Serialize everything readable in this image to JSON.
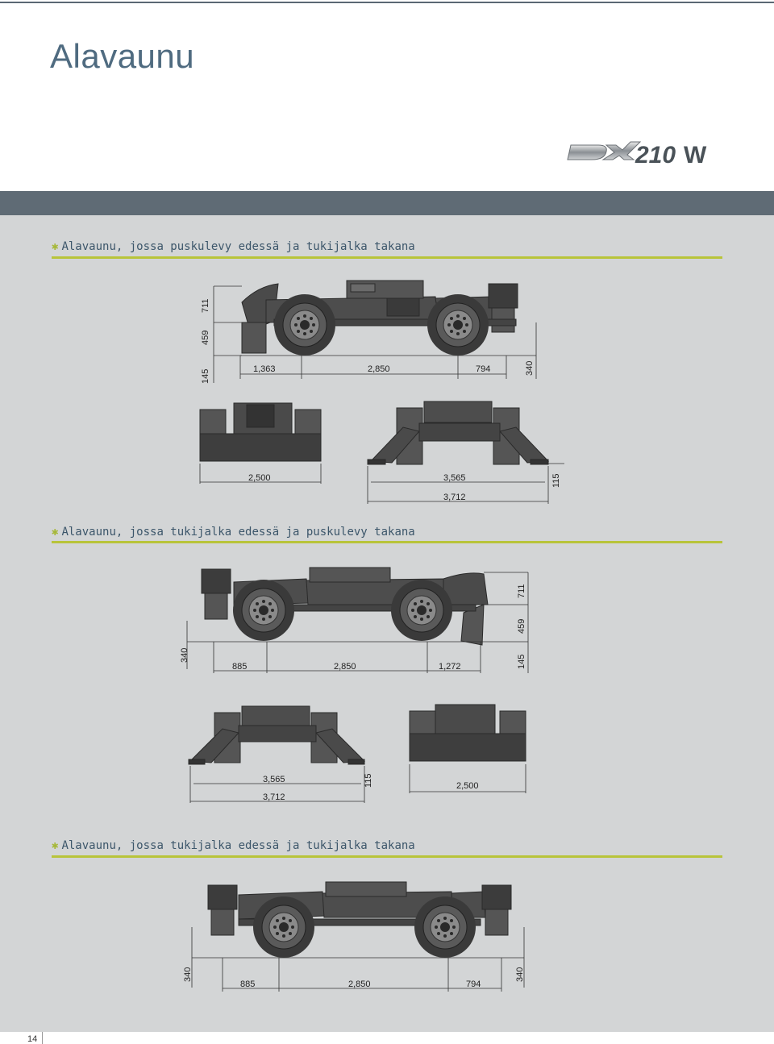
{
  "page": {
    "title": "Alavaunu",
    "page_number": "14",
    "logo": {
      "brand": "DX",
      "model": "210W"
    }
  },
  "colors": {
    "title": "#4f6b80",
    "band": "#5f6b75",
    "panel": "#d3d5d6",
    "accent": "#b8c43a",
    "section_text": "#3c566a",
    "machine": "#4a4a4a"
  },
  "sections": [
    {
      "star": "✱",
      "title": "Alavaunu, jossa puskulevy edessä ja tukijalka takana",
      "side_dims": [
        "1,363",
        "2,850",
        "794"
      ],
      "vert_dims": [
        "711",
        "459",
        "145",
        "340"
      ],
      "front_dims": {
        "width": "2,500",
        "spread": "3,565",
        "total": "3,712",
        "height": "115"
      }
    },
    {
      "star": "✱",
      "title": "Alavaunu, jossa tukijalka edessä ja puskulevy takana",
      "side_dims": [
        "885",
        "2,850",
        "1,272"
      ],
      "vert_dims": [
        "340",
        "711",
        "459",
        "145"
      ],
      "front_dims": {
        "spread": "3,565",
        "total": "3,712",
        "height": "115",
        "width": "2,500"
      }
    },
    {
      "star": "✱",
      "title": "Alavaunu, jossa tukijalka edessä ja tukijalka takana",
      "side_dims": [
        "885",
        "2,850",
        "794"
      ],
      "vert_dims": [
        "340",
        "340"
      ]
    }
  ]
}
